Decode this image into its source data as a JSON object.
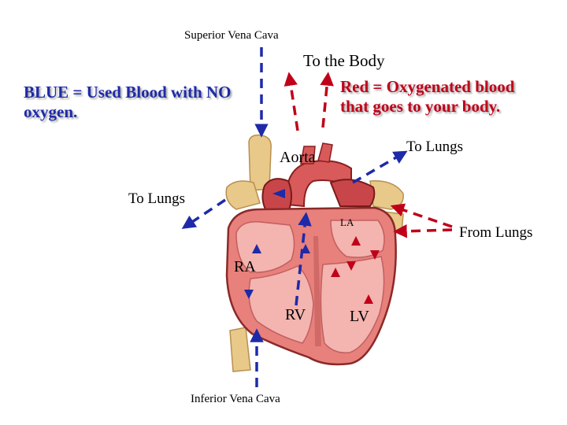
{
  "labels": {
    "superior_vena_cava": "Superior Vena Cava",
    "inferior_vena_cava": "Inferior Vena Cava",
    "to_the_body": "To the Body",
    "red_note": "Red = Oxygenated blood that goes to your body.",
    "blue_note": "BLUE = Used Blood with NO oxygen.",
    "to_lungs_right": "To Lungs",
    "to_lungs_left": "To Lungs",
    "from_lungs": "From Lungs",
    "aorta": "Aorta",
    "la": "LA",
    "ra": "RA",
    "rv": "RV",
    "lv": "LV"
  },
  "colors": {
    "oxygenated": "#c0001a",
    "deoxygenated": "#1e2aa8",
    "heart_outer": "#e8807c",
    "heart_inner": "#f4b4b0",
    "vessel_yellow": "#e8c98a"
  }
}
